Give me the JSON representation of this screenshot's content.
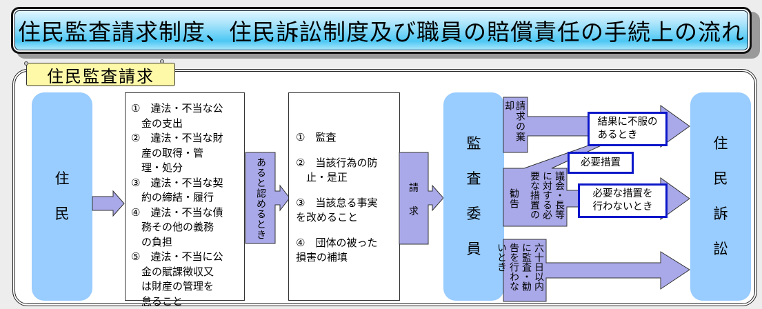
{
  "title": "住民監査請求制度、住民訴訟制度及び職員の賠償責任の手続上の流れ",
  "section_label": "住民監査請求",
  "colors": {
    "entity_blue": "#99ccff",
    "arrow_purple": "#a9a8e8",
    "callout_border": "#0b16c9",
    "label_yellow": "#fdf9a8"
  },
  "entities": {
    "residents": [
      "住",
      "民"
    ],
    "audit_commissioners": [
      "監",
      "査",
      "委",
      "員"
    ],
    "resident_lawsuit": [
      "住",
      "民",
      "訴",
      "訟"
    ]
  },
  "grounds_box": {
    "items": [
      "①　違法・不当な公\n　金の支出",
      "②　違法・不当な財\n　産の取得・管\n　理・処分",
      "③　違法・不当な契\n　約の締結・履行",
      "④　違法・不当な債\n　務その他の義務\n　の負担",
      "⑤　違法・不当に公\n　金の賦課徴収又\n　は財産の管理を\n　怠ること"
    ]
  },
  "condition_arrow_label": "あると認めるとき",
  "demands_box": {
    "items": [
      "①　監査",
      "②　当該行為の防\n　止・是正",
      "③　当該怠る事実\nを改めること",
      "④　団体の被った\n損害の補填"
    ]
  },
  "request_arrow_label": "請求",
  "outcomes": {
    "rejection": "請求の棄却",
    "recommendation_left": "勧告",
    "recommendation_right": "議会・長等に対する必要な措置の",
    "no_action_60days": "六十日以内に監査・勧告を行わないとき"
  },
  "callouts": {
    "dissatisfied": "結果に不服の\nあるとき",
    "necessary_measures": "必要措置",
    "no_measures": "必要な措置を\n行わないとき"
  }
}
